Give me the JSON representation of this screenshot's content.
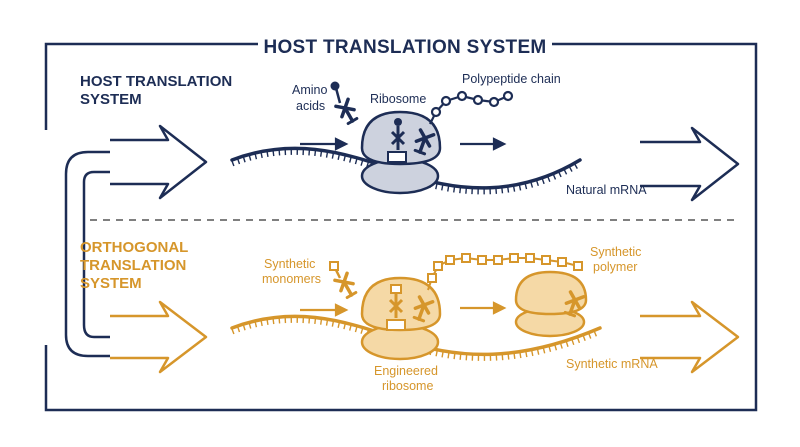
{
  "title": "HOST TRANSLATION SYSTEM",
  "host": {
    "heading_line1": "HOST TRANSLATION",
    "heading_line2": "SYSTEM",
    "amino_line1": "Amino",
    "amino_line2": "acids",
    "ribosome": "Ribosome",
    "polypeptide": "Polypeptide chain",
    "mrna": "Natural mRNA"
  },
  "orthogonal": {
    "heading_line1": "ORTHOGONAL",
    "heading_line2": "TRANSLATION",
    "heading_line3": "SYSTEM",
    "monomers_line1": "Synthetic",
    "monomers_line2": "monomers",
    "polymer_line1": "Synthetic",
    "polymer_line2": "polymer",
    "ribosome_line1": "Engineered",
    "ribosome_line2": "ribosome",
    "mrna": "Synthetic mRNA"
  },
  "colors": {
    "navy": "#1d2d55",
    "navy_fill": "#cdd2de",
    "gold": "#d6962b",
    "gold_fill": "#f5d9a6",
    "divider": "#555555"
  },
  "icons": {
    "host_arrow": "outline-chevron-arrow",
    "trna": "trna-cross-icon",
    "ribosome": "ribosome-icon"
  }
}
